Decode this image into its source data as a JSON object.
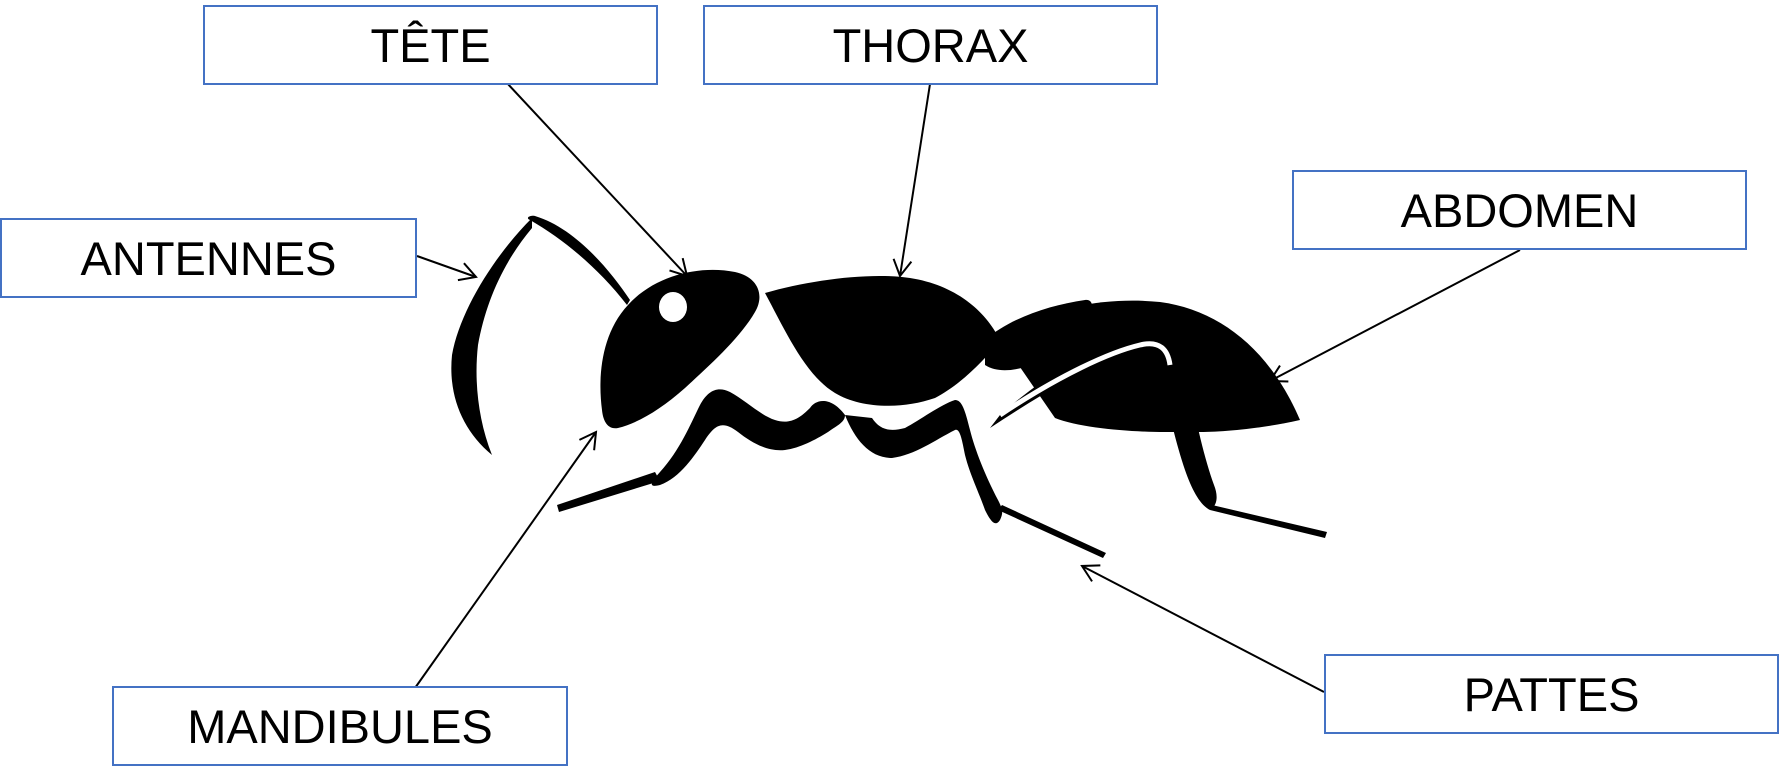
{
  "labels": {
    "tete": "TÊTE",
    "thorax": "THORAX",
    "antennes": "ANTENNES",
    "abdomen": "ABDOMEN",
    "mandibules": "MANDIBULES",
    "pattes": "PATTES"
  },
  "colors": {
    "box_border": "#4472c4",
    "ant_fill": "#000000",
    "arrow": "#000000",
    "background": "#ffffff"
  }
}
